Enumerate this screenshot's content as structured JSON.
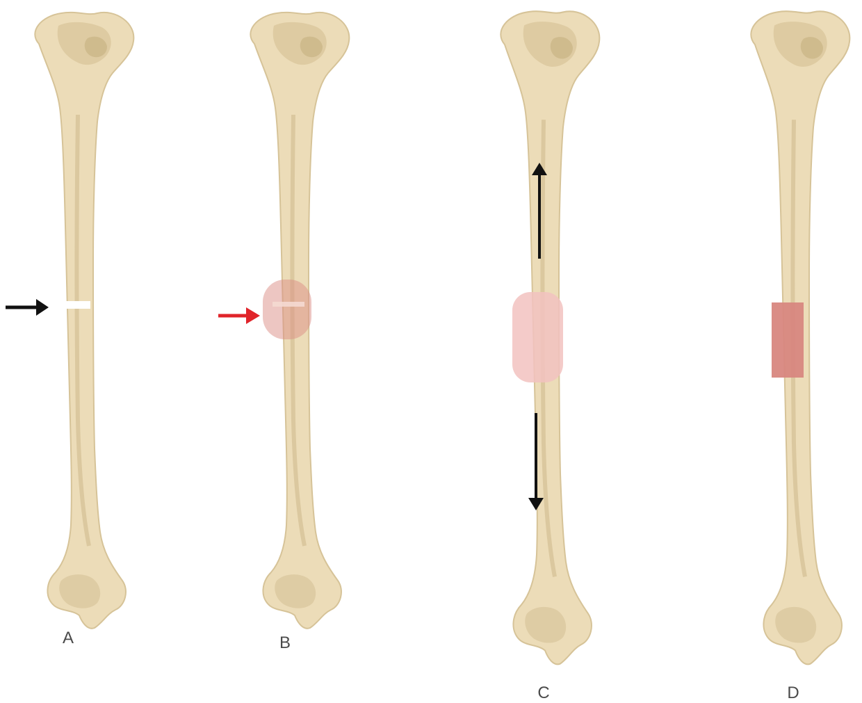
{
  "colors": {
    "bone_fill": "#ecdcb8",
    "bone_shade": "#d9c59b",
    "bone_outline": "#cdb88e",
    "gap_white": "#ffffff",
    "arrow_black": "#111111",
    "arrow_red": "#e0242a",
    "hematoma_pink": "#dc8e86",
    "callus_light_pink": "#f2c2c0",
    "remodeled_pink": "#d8877f"
  },
  "panels": [
    {
      "label": "A"
    },
    {
      "label": "B"
    },
    {
      "label": "C"
    },
    {
      "label": "D"
    }
  ]
}
